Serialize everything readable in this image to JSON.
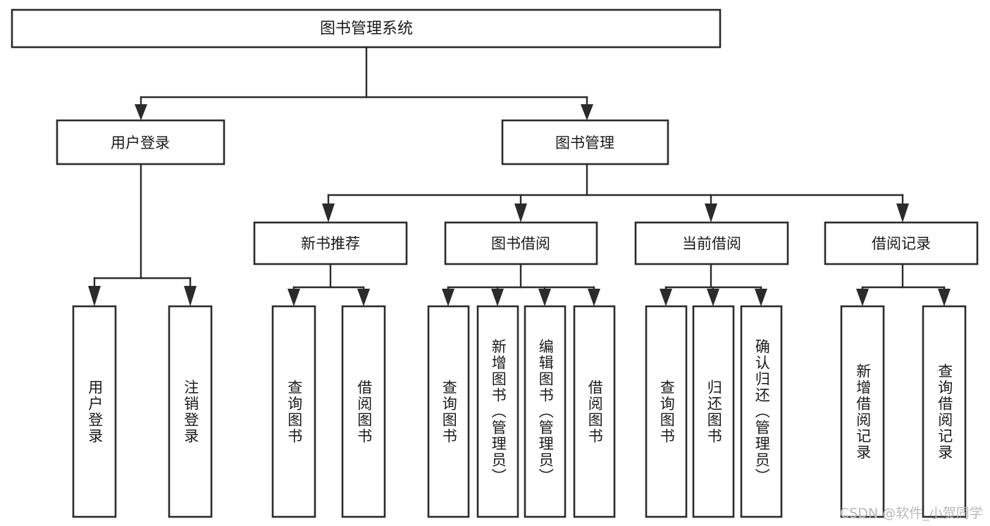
{
  "diagram": {
    "type": "tree-hierarchy",
    "title": "图书管理系统",
    "orientation": "top-down",
    "colors": {
      "background": "#ffffff",
      "box_stroke": "#2b2b2b",
      "box_fill": "#ffffff",
      "connector": "#2b2b2b",
      "text": "#1a1a1a",
      "watermark": "#b9b9b9"
    }
  },
  "root": {
    "label": "图书管理系统"
  },
  "level2": [
    {
      "label": "用户登录"
    },
    {
      "label": "图书管理"
    }
  ],
  "level3": [
    {
      "label": "新书推荐"
    },
    {
      "label": "图书借阅"
    },
    {
      "label": "当前借阅"
    },
    {
      "label": "借阅记录"
    }
  ],
  "leaves": {
    "user_login": [
      {
        "label": "用户登录"
      },
      {
        "label": "注销登录"
      }
    ],
    "new_book_recommend": [
      {
        "label": "查询图书"
      },
      {
        "label": "借阅图书"
      }
    ],
    "book_borrow": [
      {
        "label": "查询图书"
      },
      {
        "label": "新增图书（管理员）"
      },
      {
        "label": "编辑图书（管理员）"
      },
      {
        "label": "借阅图书"
      }
    ],
    "current_borrow": [
      {
        "label": "查询图书"
      },
      {
        "label": "归还图书"
      },
      {
        "label": "确认归还（管理员）"
      }
    ],
    "borrow_record": [
      {
        "label": "新增借阅记录"
      },
      {
        "label": "查询借阅记录"
      }
    ]
  },
  "watermark": {
    "text": "CSDN @软件_小贺同学"
  }
}
